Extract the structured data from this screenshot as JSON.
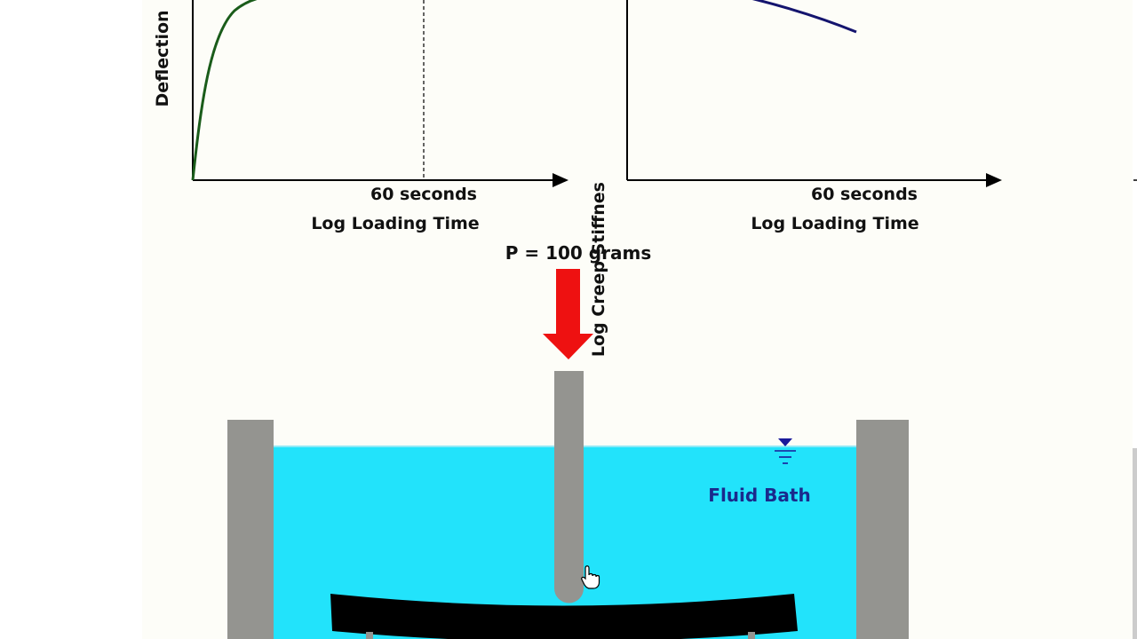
{
  "colors": {
    "page_background": "#ffffff",
    "slide_background": "#fdfdf8",
    "deflection_curve": "#1a5c1a",
    "stiffness_curve": "#14146e",
    "fluid": "#22e3fb",
    "support": "#949490",
    "load_arrow": "#ee1111",
    "beam": "#000000",
    "fluid_label": "#1a2a8c",
    "water_level_marker": "#1a1a9a"
  },
  "left_plot": {
    "y_axis_label": "Deflection",
    "x_axis_label": "Log Loading Time",
    "marker_label": "60 seconds"
  },
  "right_plot": {
    "y_axis_label": "Log Creep Stiffnes",
    "x_axis_label": "Log Loading Time",
    "marker_label": "60 seconds"
  },
  "apparatus": {
    "load_label": "P = 100 grams",
    "fluid_label": "Fluid Bath"
  },
  "cursor": {
    "icon": "hand-pointer-icon"
  }
}
